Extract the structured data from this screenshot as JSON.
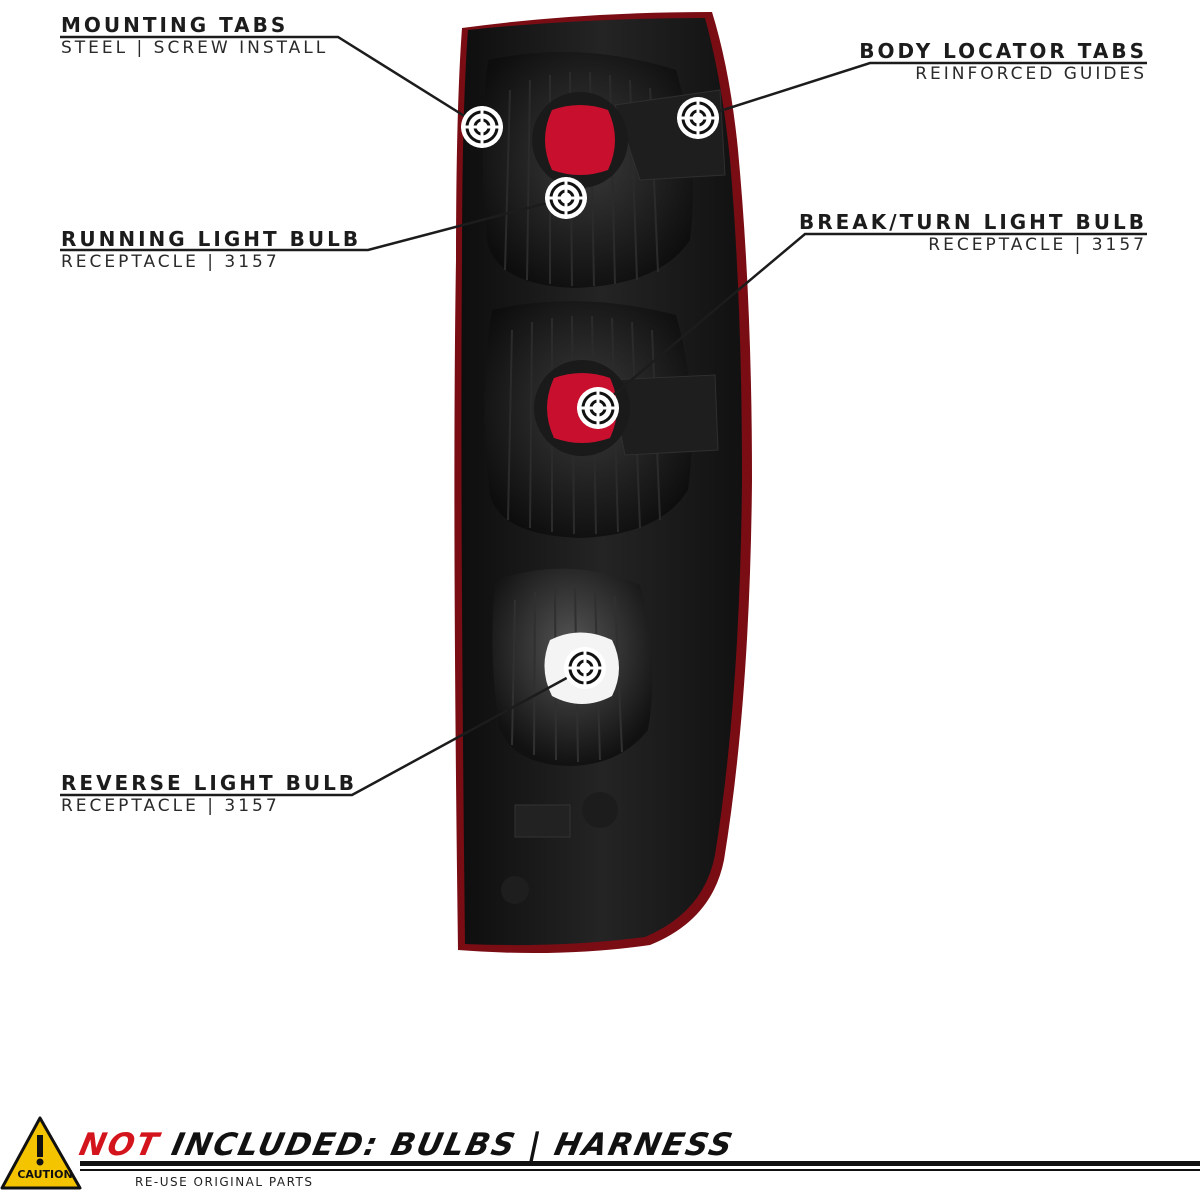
{
  "callouts": [
    {
      "title": "MOUNTING TABS",
      "subtitle": "STEEL | SCREW INSTALL"
    },
    {
      "title": "BODY LOCATOR TABS",
      "subtitle": "REINFORCED GUIDES"
    },
    {
      "title": "RUNNING LIGHT BULB",
      "subtitle": "RECEPTACLE | 3157"
    },
    {
      "title": "BREAK/TURN LIGHT BULB",
      "subtitle": "RECEPTACLE | 3157"
    },
    {
      "title": "REVERSE LIGHT BULB",
      "subtitle": "RECEPTACLE | 3157"
    }
  ],
  "footer": {
    "not": "NOT",
    "main": " INCLUDED: BULBS | HARNESS",
    "sub": "RE-USE ORIGINAL PARTS",
    "caution": "CAUTION"
  },
  "colors": {
    "accent_red": "#d4141c",
    "housing": "#151515",
    "socket_red": "#c8102e",
    "warning_yellow": "#f5c400"
  }
}
